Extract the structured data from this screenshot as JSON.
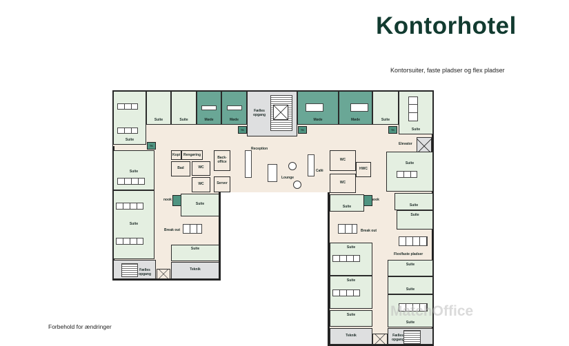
{
  "header": {
    "title": "Kontorhotel",
    "subtitle": "Kontorsuiter, faste pladser og flex pladser"
  },
  "footer": {
    "note": "Forbehold for ændringer"
  },
  "watermark": "MatchOffice",
  "colors": {
    "title": "#123b30",
    "suite": "#e4efe1",
    "meeting": "#6aa796",
    "common": "#f4ebe0",
    "service": "#dedfe0"
  },
  "rooms": {
    "suite": "Suite",
    "meeting": "Møde",
    "stairs": "Fælles opgang",
    "tk": "TK",
    "elevator": "Elevator",
    "reception": "Reception",
    "lounge": "Lounge",
    "cafe": "Café",
    "kopi": "Kopi",
    "rengoring": "Rengøring",
    "bad": "Bad",
    "wc": "WC",
    "hwc": "HWC",
    "backoffice": "Back-office",
    "server": "Server",
    "nook": "nook",
    "breakout": "Break out",
    "teknik": "Teknik",
    "flex": "Flex/faste pladser"
  }
}
